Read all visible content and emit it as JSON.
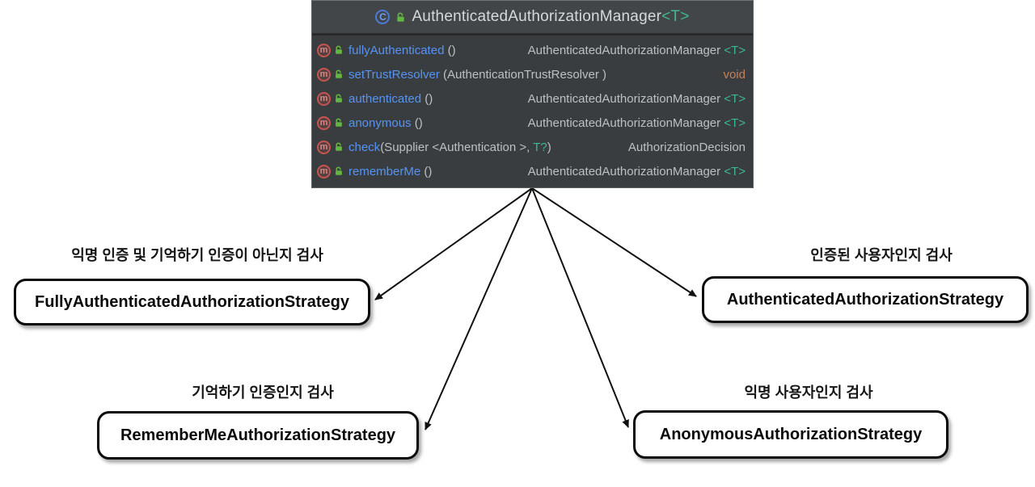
{
  "colors": {
    "panel_bg": "#3a3d40",
    "panel_header_bg": "#434649",
    "method_name_blue": "#5693f2",
    "generic_teal": "#3db88f",
    "void_orange": "#c97f5a",
    "modifier_green": "#62b543",
    "method_icon_red": "#c75450",
    "class_icon_blue": "#4b7bd8",
    "box_border": "#0b0b0b",
    "arrow_black": "#111111"
  },
  "icons": {
    "class_icon_glyph": "C",
    "method_icon_glyph": "m",
    "visibility_icon": "unlock"
  },
  "panel": {
    "title_name": "AuthenticatedAuthorizationManager",
    "title_generic": "<T>",
    "methods": [
      {
        "name": "fullyAuthenticated",
        "params_pre": " ()",
        "params_generic": "",
        "params_close": "",
        "return_type": "AuthenticatedAuthorizationManager ",
        "return_generic": "<T>"
      },
      {
        "name": "setTrustResolver",
        "params_pre": " (AuthenticationTrustResolver )",
        "params_generic": "",
        "params_close": "",
        "return_type": "void",
        "return_generic": ""
      },
      {
        "name": "authenticated",
        "params_pre": " ()",
        "params_generic": "",
        "params_close": "",
        "return_type": "AuthenticatedAuthorizationManager ",
        "return_generic": "<T>"
      },
      {
        "name": "anonymous",
        "params_pre": " ()",
        "params_generic": "",
        "params_close": "",
        "return_type": "AuthenticatedAuthorizationManager ",
        "return_generic": "<T>"
      },
      {
        "name": "check",
        "params_pre": "(Supplier <Authentication >, ",
        "params_generic": "T?",
        "params_close": ")",
        "return_type": "AuthorizationDecision",
        "return_generic": ""
      },
      {
        "name": "rememberMe",
        "params_pre": " ()",
        "params_generic": "",
        "params_close": "",
        "return_type": "AuthenticatedAuthorizationManager ",
        "return_generic": "<T>"
      }
    ]
  },
  "strategies": [
    {
      "note": "익명 인증 및 기억하기 인증이 아닌지 검사",
      "class_name": "FullyAuthenticatedAuthorizationStrategy"
    },
    {
      "note": "인증된 사용자인지 검사",
      "class_name": "AuthenticatedAuthorizationStrategy"
    },
    {
      "note": "기억하기 인증인지 검사",
      "class_name": "RememberMeAuthorizationStrategy"
    },
    {
      "note": "익명 사용자인지 검사",
      "class_name": "AnonymousAuthorizationStrategy"
    }
  ],
  "edges": [
    {
      "from": "AuthenticatedAuthorizationManager",
      "to": "FullyAuthenticatedAuthorizationStrategy"
    },
    {
      "from": "AuthenticatedAuthorizationManager",
      "to": "AuthenticatedAuthorizationStrategy"
    },
    {
      "from": "AuthenticatedAuthorizationManager",
      "to": "RememberMeAuthorizationStrategy"
    },
    {
      "from": "AuthenticatedAuthorizationManager",
      "to": "AnonymousAuthorizationStrategy"
    }
  ]
}
